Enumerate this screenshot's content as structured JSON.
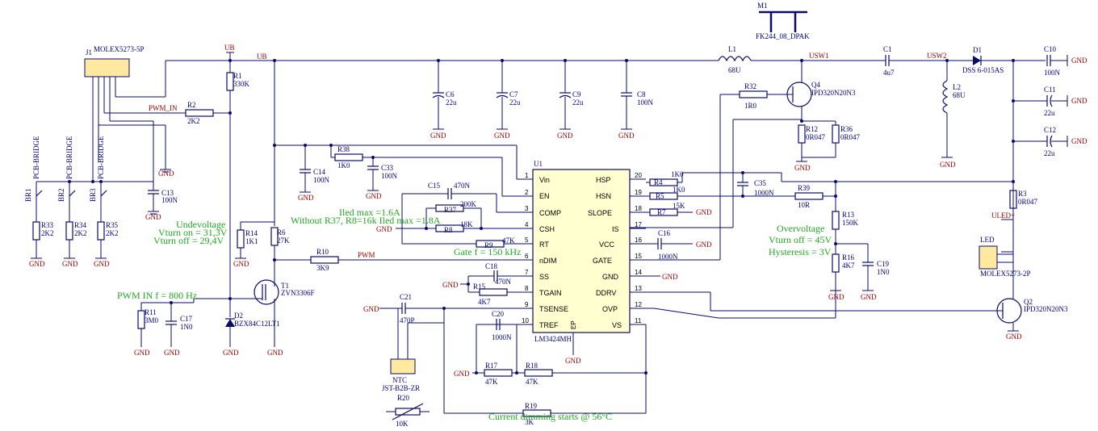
{
  "schematic": {
    "ic": {
      "ref": "U1",
      "part": "LM3424MH",
      "ep": "EP",
      "left_pins": [
        {
          "num": "1",
          "name": "Vin"
        },
        {
          "num": "2",
          "name": "EN"
        },
        {
          "num": "3",
          "name": "COMP"
        },
        {
          "num": "4",
          "name": "CSH"
        },
        {
          "num": "5",
          "name": "RT"
        },
        {
          "num": "6",
          "name": "nDIM"
        },
        {
          "num": "7",
          "name": "SS"
        },
        {
          "num": "8",
          "name": "TGAIN"
        },
        {
          "num": "9",
          "name": "TSENSE"
        },
        {
          "num": "10",
          "name": "TREF"
        }
      ],
      "right_pins": [
        {
          "num": "20",
          "name": "HSP"
        },
        {
          "num": "19",
          "name": "HSN"
        },
        {
          "num": "18",
          "name": "SLOPE"
        },
        {
          "num": "17",
          "name": "IS"
        },
        {
          "num": "16",
          "name": "VCC"
        },
        {
          "num": "15",
          "name": "GATE"
        },
        {
          "num": "14",
          "name": "GND"
        },
        {
          "num": "13",
          "name": "DDRV"
        },
        {
          "num": "12",
          "name": "OVP"
        },
        {
          "num": "11",
          "name": "VS"
        }
      ]
    },
    "components": [
      {
        "ref": "M1",
        "value": "FK244_08_DPAK"
      },
      {
        "ref": "J1",
        "value": "MOLEX5273-5P"
      },
      {
        "ref": "UB",
        "value": "UB"
      },
      {
        "ref": "R1",
        "value": "330K"
      },
      {
        "ref": "R2",
        "value": "2K2"
      },
      {
        "ref": "C6",
        "value": "22u"
      },
      {
        "ref": "C7",
        "value": "22u"
      },
      {
        "ref": "C9",
        "value": "22u"
      },
      {
        "ref": "C8",
        "value": "100N"
      },
      {
        "ref": "L1",
        "value": "68U"
      },
      {
        "ref": "C1",
        "value": "4u7"
      },
      {
        "ref": "D1",
        "value": "DSS 6-015AS"
      },
      {
        "ref": "C10",
        "value": "100N"
      },
      {
        "ref": "C11",
        "value": "22u"
      },
      {
        "ref": "C12",
        "value": "22u"
      },
      {
        "ref": "L2",
        "value": "68U"
      },
      {
        "ref": "Q4",
        "value": "IPD320N20N3"
      },
      {
        "ref": "R32",
        "value": "1R0"
      },
      {
        "ref": "R12",
        "value": "0R047"
      },
      {
        "ref": "R36",
        "value": "0R047"
      },
      {
        "ref": "R38",
        "value": "1K0"
      },
      {
        "ref": "C33",
        "value": "100N"
      },
      {
        "ref": "C14",
        "value": "100N"
      },
      {
        "ref": "C13",
        "value": "100N"
      },
      {
        "ref": "C15",
        "value": "470N"
      },
      {
        "ref": "R37",
        "value": "200K"
      },
      {
        "ref": "R8",
        "value": "18K"
      },
      {
        "ref": "R9",
        "value": "47K"
      },
      {
        "ref": "R10",
        "value": "3K9"
      },
      {
        "ref": "C18",
        "value": "470N"
      },
      {
        "ref": "R15",
        "value": "4K7"
      },
      {
        "ref": "C21",
        "value": "470P"
      },
      {
        "ref": "C20",
        "value": "1000N"
      },
      {
        "ref": "R17",
        "value": "47K"
      },
      {
        "ref": "R18",
        "value": "47K"
      },
      {
        "ref": "R19",
        "value": "3K"
      },
      {
        "ref": "R20",
        "value": "10K"
      },
      {
        "ref": "NTC",
        "value": "JST-B2B-ZR"
      },
      {
        "ref": "R4",
        "value": "1K0"
      },
      {
        "ref": "R5",
        "value": "1K0"
      },
      {
        "ref": "R7",
        "value": "15K"
      },
      {
        "ref": "C16",
        "value": "1000N"
      },
      {
        "ref": "C35",
        "value": "1000N"
      },
      {
        "ref": "R39",
        "value": "10R"
      },
      {
        "ref": "R13",
        "value": "150K"
      },
      {
        "ref": "R16",
        "value": "4K7"
      },
      {
        "ref": "C19",
        "value": "1N0"
      },
      {
        "ref": "R3",
        "value": "0R047"
      },
      {
        "ref": "LED",
        "value": "MOLEX5273-2P"
      },
      {
        "ref": "Q2",
        "value": "IPD320N20N3"
      },
      {
        "ref": "R33",
        "value": "2K2"
      },
      {
        "ref": "R34",
        "value": "2K2"
      },
      {
        "ref": "R35",
        "value": "2K2"
      },
      {
        "ref": "R14",
        "value": "1K1"
      },
      {
        "ref": "R6",
        "value": "27K"
      },
      {
        "ref": "T1",
        "value": "ZVN3306F"
      },
      {
        "ref": "D2",
        "value": "BZX84C12LT1"
      },
      {
        "ref": "R11",
        "value": "3M0"
      },
      {
        "ref": "C17",
        "value": "1N0"
      }
    ],
    "bridges": [
      {
        "ref": "BR1",
        "value": "PCB-BRIDGE"
      },
      {
        "ref": "BR2",
        "value": "PCB-BRIDGE"
      },
      {
        "ref": "BR3",
        "value": "PCB-BRIDGE"
      }
    ],
    "nets": {
      "ub": "UB",
      "pwm_in": "PWM_IN",
      "pwm": "PWM",
      "usw1": "USW1",
      "usw2": "USW2",
      "uled": "ULED+",
      "gnd": "GND"
    },
    "notes": {
      "undervoltage_title": "Undevoltage",
      "undervoltage_on": "Vturn on = 31,3V",
      "undervoltage_off": "Vturn off = 29,4V",
      "iled_max": "Iled max =1.6A",
      "without_r37": "Without R37, R8=16k Iled max =1.8A",
      "gate_f": "Gate f = 150 kHz",
      "pwm_in_f": "PWM IN  f = 800 Hz",
      "overvoltage_title": "Overvoltage",
      "overvoltage_off": "Vturn off = 45V",
      "hysteresis": "Hysteresis = 3V",
      "dimming": "Current dimming starts @ 56°C"
    },
    "colors": {
      "wire": "#0b0b6b",
      "component_text": "#000080",
      "net_label": "#a00000",
      "annotation": "#22a822",
      "ic_fill": "#ffffd0",
      "connector_fill": "#ffe8a0"
    }
  }
}
